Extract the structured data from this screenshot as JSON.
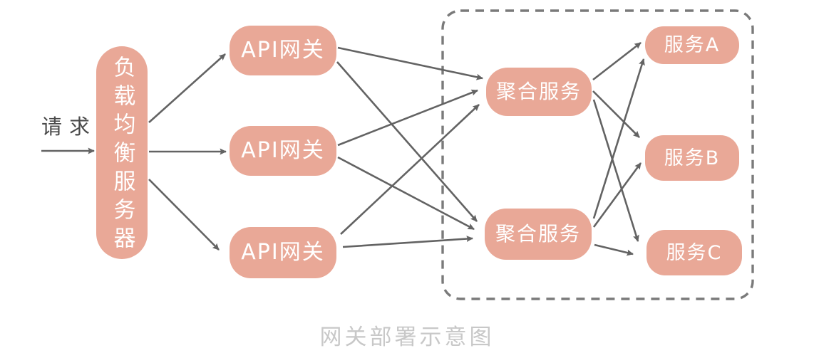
{
  "diagram": {
    "caption": "网关部署示意图",
    "request_label": "请求",
    "nodes": {
      "load_balancer": "负载均衡服务器",
      "api_gateways": [
        "API网关",
        "API网关",
        "API网关"
      ],
      "aggregation_services": [
        "聚合服务",
        "聚合服务"
      ],
      "services": [
        "服务A",
        "服务B",
        "服务C"
      ]
    },
    "edges": [
      {
        "from": "request",
        "to": "load_balancer"
      },
      {
        "from": "load_balancer",
        "to": "api_gateway_1"
      },
      {
        "from": "load_balancer",
        "to": "api_gateway_2"
      },
      {
        "from": "load_balancer",
        "to": "api_gateway_3"
      },
      {
        "from": "api_gateway_1",
        "to": "aggregation_service_1"
      },
      {
        "from": "api_gateway_1",
        "to": "aggregation_service_2"
      },
      {
        "from": "api_gateway_2",
        "to": "aggregation_service_1"
      },
      {
        "from": "api_gateway_2",
        "to": "aggregation_service_2"
      },
      {
        "from": "api_gateway_3",
        "to": "aggregation_service_1"
      },
      {
        "from": "api_gateway_3",
        "to": "aggregation_service_2"
      },
      {
        "from": "aggregation_service_1",
        "to": "service_a"
      },
      {
        "from": "aggregation_service_1",
        "to": "service_b"
      },
      {
        "from": "aggregation_service_1",
        "to": "service_c"
      },
      {
        "from": "aggregation_service_2",
        "to": "service_a"
      },
      {
        "from": "aggregation_service_2",
        "to": "service_b"
      },
      {
        "from": "aggregation_service_2",
        "to": "service_c"
      }
    ],
    "colors": {
      "node_fill": "#E9A897",
      "node_text": "#FFFFFF",
      "arrow": "#636363",
      "dashed_border": "#7A7A7A",
      "caption_text": "#C8C8C8",
      "request_text": "#4A4A4A"
    }
  }
}
